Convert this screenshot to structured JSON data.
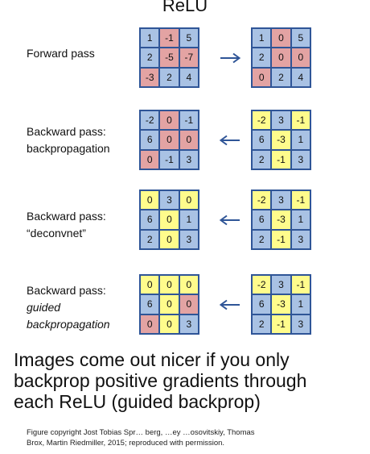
{
  "title": "ReLU",
  "colors": {
    "positive": "#a9c2e4",
    "negative": "#e3a3a3",
    "zero": "#fffc8c",
    "border": "#2f5597"
  },
  "rows": [
    {
      "label_lines": [
        "Forward pass"
      ],
      "italic_from": null,
      "left": [
        [
          1,
          -1,
          5
        ],
        [
          2,
          -5,
          -7
        ],
        [
          -3,
          2,
          4
        ]
      ],
      "right": [
        [
          1,
          0,
          5
        ],
        [
          2,
          0,
          0
        ],
        [
          0,
          2,
          4
        ]
      ],
      "left_colors": [
        [
          "b",
          "r",
          "b"
        ],
        [
          "b",
          "r",
          "r"
        ],
        [
          "r",
          "b",
          "b"
        ]
      ],
      "right_colors": [
        [
          "b",
          "r",
          "b"
        ],
        [
          "b",
          "r",
          "r"
        ],
        [
          "r",
          "b",
          "b"
        ]
      ],
      "arrow": "right"
    },
    {
      "label_lines": [
        "Backward pass:",
        "backpropagation"
      ],
      "italic_from": null,
      "left": [
        [
          -2,
          0,
          -1
        ],
        [
          6,
          0,
          0
        ],
        [
          0,
          -1,
          3
        ]
      ],
      "right": [
        [
          -2,
          3,
          -1
        ],
        [
          6,
          -3,
          1
        ],
        [
          2,
          -1,
          3
        ]
      ],
      "left_colors": [
        [
          "b",
          "r",
          "b"
        ],
        [
          "b",
          "r",
          "r"
        ],
        [
          "r",
          "b",
          "b"
        ]
      ],
      "right_colors": [
        [
          "y",
          "b",
          "y"
        ],
        [
          "b",
          "y",
          "b"
        ],
        [
          "b",
          "y",
          "b"
        ]
      ],
      "arrow": "left"
    },
    {
      "label_lines": [
        "Backward pass:",
        "“deconvnet”"
      ],
      "italic_from": null,
      "left": [
        [
          0,
          3,
          0
        ],
        [
          6,
          0,
          1
        ],
        [
          2,
          0,
          3
        ]
      ],
      "right": [
        [
          -2,
          3,
          -1
        ],
        [
          6,
          -3,
          1
        ],
        [
          2,
          -1,
          3
        ]
      ],
      "left_colors": [
        [
          "y",
          "b",
          "y"
        ],
        [
          "b",
          "y",
          "b"
        ],
        [
          "b",
          "y",
          "b"
        ]
      ],
      "right_colors": [
        [
          "y",
          "b",
          "y"
        ],
        [
          "b",
          "y",
          "b"
        ],
        [
          "b",
          "y",
          "b"
        ]
      ],
      "arrow": "left"
    },
    {
      "label_lines": [
        "Backward pass:",
        "guided",
        "backpropagation"
      ],
      "italic_from": 1,
      "left": [
        [
          0,
          0,
          0
        ],
        [
          6,
          0,
          0
        ],
        [
          0,
          0,
          3
        ]
      ],
      "right": [
        [
          -2,
          3,
          -1
        ],
        [
          6,
          -3,
          1
        ],
        [
          2,
          -1,
          3
        ]
      ],
      "left_colors": [
        [
          "y",
          "y",
          "y"
        ],
        [
          "b",
          "y",
          "r"
        ],
        [
          "r",
          "y",
          "b"
        ]
      ],
      "right_colors": [
        [
          "y",
          "b",
          "y"
        ],
        [
          "b",
          "y",
          "b"
        ],
        [
          "b",
          "y",
          "b"
        ]
      ],
      "arrow": "left"
    }
  ],
  "caption_lines": [
    "Images come out nicer if you only",
    "backprop positive gradients through",
    "each ReLU (guided backprop)"
  ],
  "credit_lines": [
    "Figure copyright Jost Tobias Spr… berg, …ey …osovitskiy, Thomas",
    "Brox, Martin Riedmiller, 2015; reproduced with permission."
  ]
}
